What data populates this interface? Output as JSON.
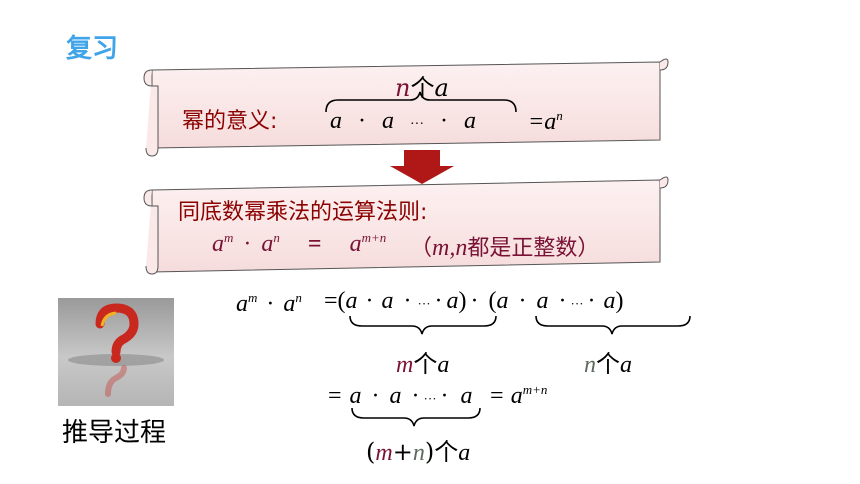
{
  "title": "复习",
  "box1": {
    "count_n": "n",
    "count_suffix": "个",
    "count_a": "a",
    "label": "幂的意义:",
    "a": "a",
    "dot": "·",
    "ellipsis": "···",
    "result": "=a",
    "result_exp": "n"
  },
  "box2": {
    "heading": "同底数幂乘法的运算法则:",
    "lhs_a": "a",
    "m": "m",
    "n": "n",
    "dot": "·",
    "eq": "=",
    "rhs_exp": "m+n",
    "cond_open": "（",
    "cond_mn": "m,n",
    "cond_text": "都是正整数",
    "cond_close": "）"
  },
  "deriv": {
    "line1_eq": "=",
    "open": "(",
    "close": ")",
    "a": "a",
    "dot": "·",
    "ellipsis": "···",
    "m_label": "m",
    "n_label": "n",
    "ge": "个",
    "line2_eq": "=",
    "line2_result": "= a",
    "mn_open": "(",
    "mn_m": "m",
    "mn_plus": "+",
    "mn_n": "n",
    "mn_close": ")",
    "exp": "m+n"
  },
  "caption": "推导过程",
  "question_icon": "question-mark-icon"
}
